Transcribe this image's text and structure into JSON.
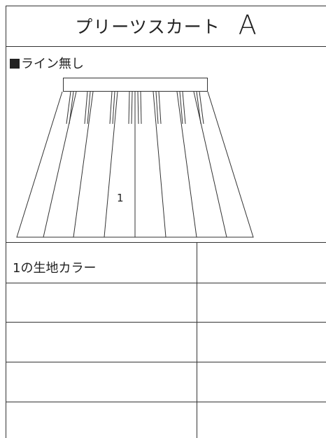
{
  "header": {
    "title": "プリーツスカート",
    "variant_letter": "A"
  },
  "section": {
    "label": "■ライン無し",
    "label_text": "ライン無し"
  },
  "diagram": {
    "panel_number": "1"
  },
  "table": {
    "rows": [
      {
        "label": "1の生地カラー",
        "value": ""
      },
      {
        "label": "",
        "value": ""
      },
      {
        "label": "",
        "value": ""
      },
      {
        "label": "",
        "value": ""
      },
      {
        "label": "",
        "value": ""
      }
    ]
  }
}
